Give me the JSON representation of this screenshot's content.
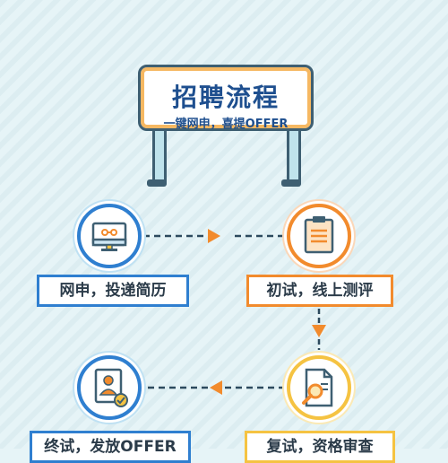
{
  "colors": {
    "background": "#e6f4f7",
    "title_text": "#1e4f8f",
    "blue": "#2f7fd0",
    "orange": "#f28b2d",
    "yellow": "#f5c342",
    "dark_outline": "#3e5f72"
  },
  "sign": {
    "title": "招聘流程",
    "subtitle": "一键网申，喜提OFFER"
  },
  "steps": [
    {
      "icon": "monitor-icon",
      "label": "网申，投递简历",
      "color": "blue"
    },
    {
      "icon": "clipboard-icon",
      "label": "初试，线上测评",
      "color": "orange"
    },
    {
      "icon": "document-search-icon",
      "label": "复试，资格审查",
      "color": "yellow"
    },
    {
      "icon": "user-approved-icon",
      "label": "终试，发放OFFER",
      "color": "blue"
    }
  ]
}
